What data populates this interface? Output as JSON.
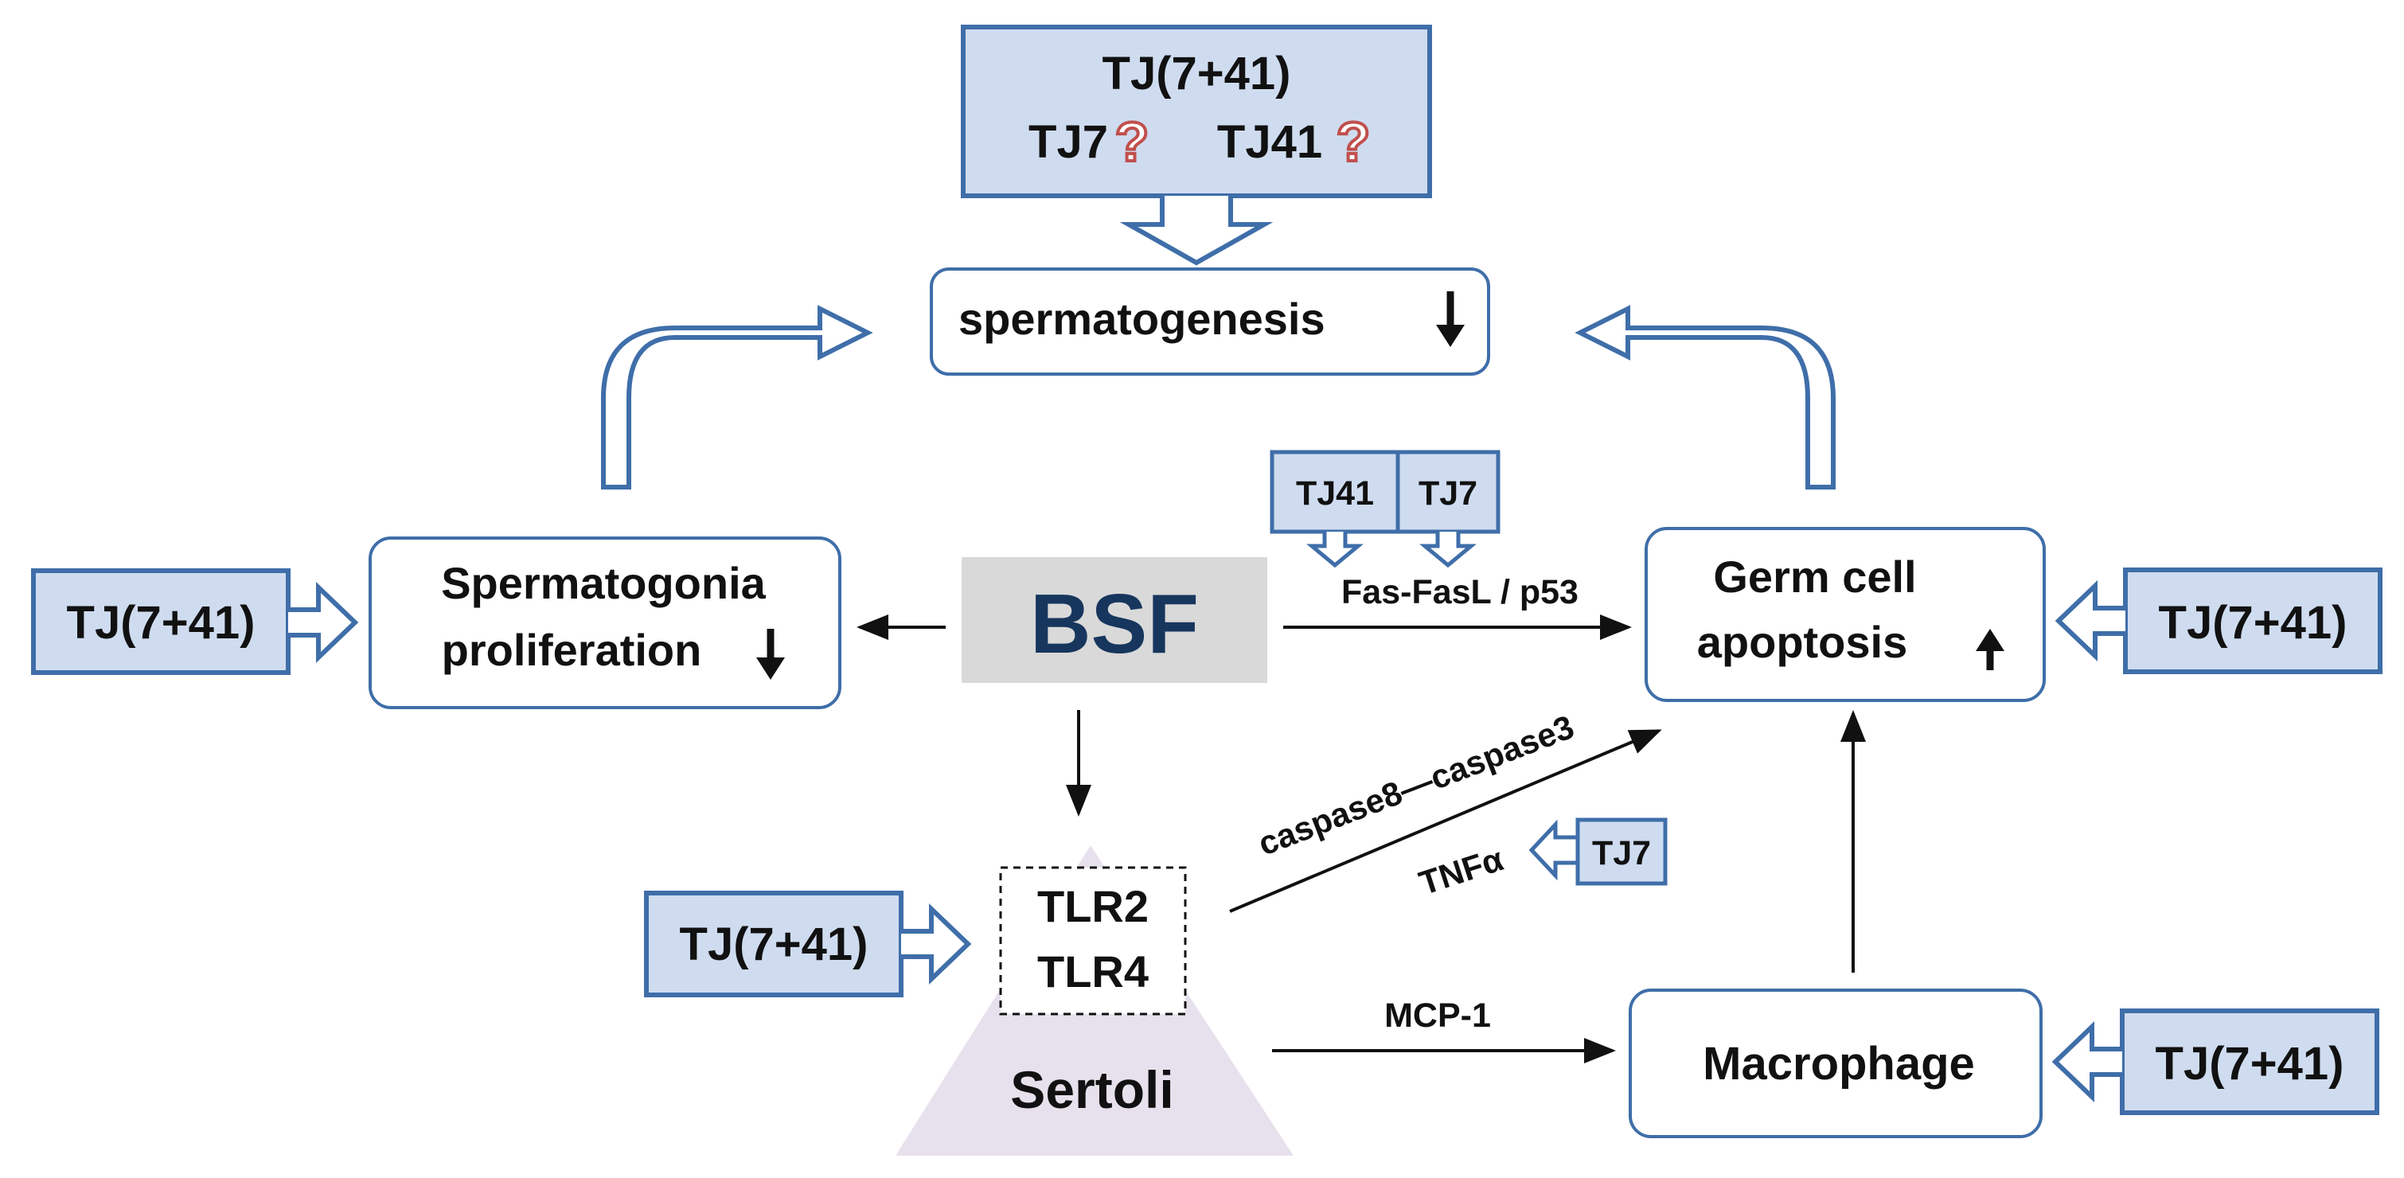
{
  "colors": {
    "box_fill": "#cfdcf0",
    "box_stroke": "#3f6ea9",
    "hollow_arrow_stroke": "#3f6ea9",
    "node_stroke": "#3f6ea9",
    "bsf_fill": "#d9d9d9",
    "bsf_text": "#17365d",
    "sertoli_fill": "#e6e1ec",
    "question_mark": "#c0504d",
    "text": "#111111"
  },
  "top_box": {
    "line1": "TJ(7+41)",
    "tj7": "TJ7",
    "tj41": "TJ41",
    "question_mark": "?"
  },
  "nodes": {
    "spermatogenesis": {
      "label": "spermatogenesis"
    },
    "spermatogonia": {
      "line1": "Spermatogonia",
      "line2": "proliferation"
    },
    "bsf": {
      "label": "BSF"
    },
    "germ_cell": {
      "line1": "Germ cell",
      "line2": "apoptosis"
    },
    "tlr": {
      "line1": "TLR2",
      "line2": "TLR4"
    },
    "sertoli": {
      "label": "Sertoli"
    },
    "macrophage": {
      "label": "Macrophage"
    }
  },
  "treatments": {
    "left_spermatogonia": "TJ(7+41)",
    "left_tlr": "TJ(7+41)",
    "right_germ": "TJ(7+41)",
    "right_macrophage": "TJ(7+41)",
    "small_tj41": "TJ41",
    "small_tj7": "TJ7",
    "small_tj7_tnf": "TJ7"
  },
  "edge_labels": {
    "fas": "Fas-FasL / p53",
    "caspase": "caspase8—caspase3",
    "tnf": "TNFα",
    "mcp": "MCP-1"
  },
  "icons": {
    "down_arrow": "down-arrow-icon",
    "up_arrow": "up-arrow-icon",
    "question_mark": "question-mark-icon"
  }
}
